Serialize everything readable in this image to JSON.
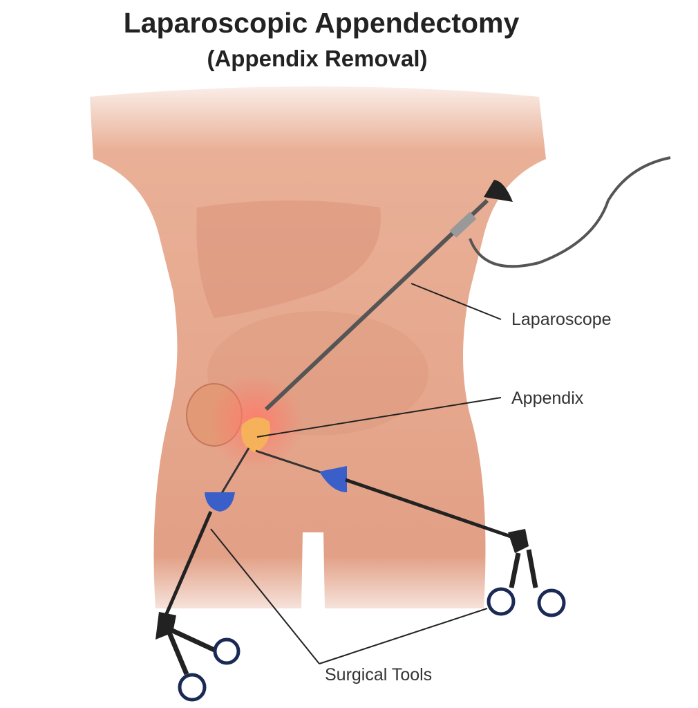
{
  "title": "Laparoscopic Appendectomy",
  "subtitle": "(Appendix Removal)",
  "labels": {
    "laparoscope": "Laparoscope",
    "appendix": "Appendix",
    "surgical_tools": "Surgical Tools"
  },
  "colors": {
    "skin": "#e7a88c",
    "organ": "#d98f78",
    "appendix": "#f5b25a",
    "port": "#3a5fc8",
    "instrument": "#222222"
  }
}
